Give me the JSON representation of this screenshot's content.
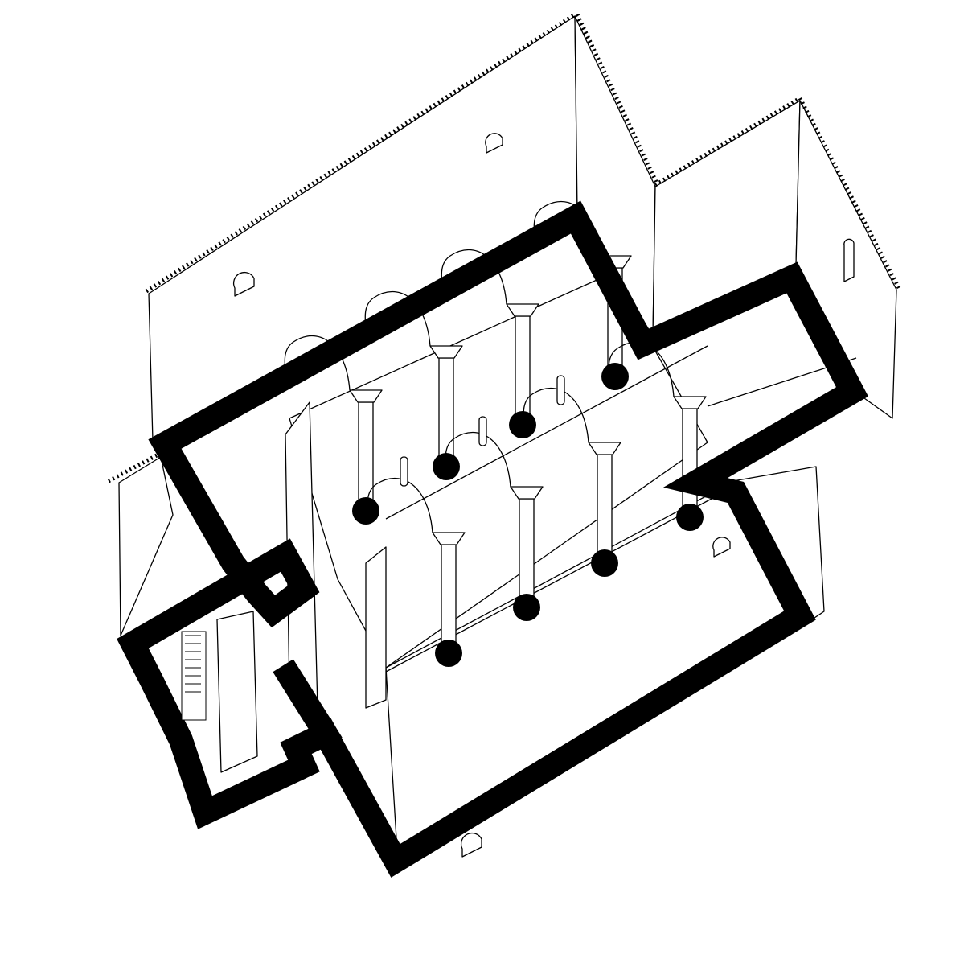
{
  "colors": {
    "ink": "#000000",
    "paper": "#ffffff"
  },
  "columns": [
    {
      "row": "back",
      "index": 1
    },
    {
      "row": "back",
      "index": 2
    },
    {
      "row": "back",
      "index": 3
    },
    {
      "row": "back",
      "index": 4
    },
    {
      "row": "front",
      "index": 1
    },
    {
      "row": "front",
      "index": 2
    },
    {
      "row": "front",
      "index": 3
    },
    {
      "row": "front",
      "index": 4
    }
  ]
}
